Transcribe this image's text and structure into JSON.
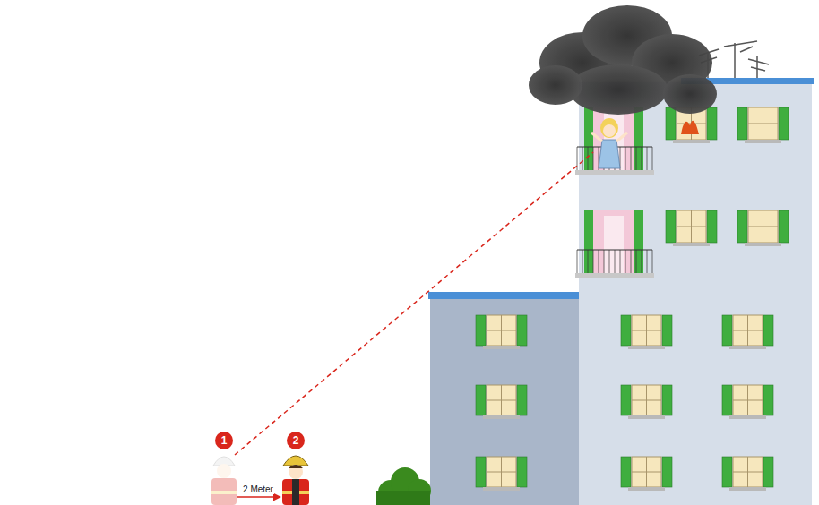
{
  "diagram": {
    "labels": [
      "1",
      "2",
      "2 Meter"
    ]
  }
}
